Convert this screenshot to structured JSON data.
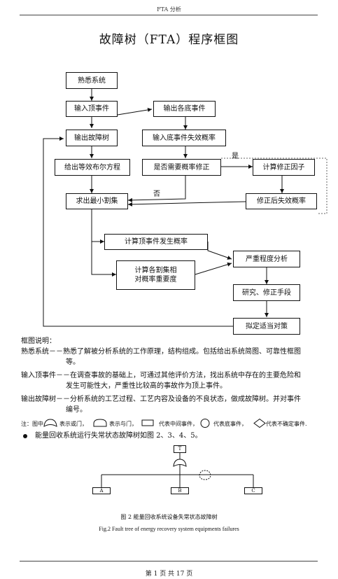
{
  "header": {
    "doc_title": "FTA 分析"
  },
  "title": "故障树（FTA）程序框图",
  "flow": {
    "familiarize": "熟悉系统",
    "input_top": "输入顶事件",
    "output_base": "输出各底事件",
    "output_tree": "输出故障树",
    "input_base_prob": "输入底事件失效概率",
    "boolean_eq": "给出等效布尔方程",
    "need_correct": "是否需要概率修正",
    "calc_factor": "计算修正因子",
    "yes": "是",
    "no": "否",
    "min_cut": "求出最小割集",
    "corrected_prob": "修正后失效概率",
    "calc_top_prob": "计算顶事件发生概率",
    "calc_cut_1": "计算各割集相",
    "calc_cut_2": "对概率重要度",
    "severity": "严重程度分析",
    "research": "研究、修正手段",
    "plan": "拟定适当对策"
  },
  "explain": {
    "heading": "框图说明：",
    "item1_a": "熟悉系统－－熟悉了解被分析系统的工作原理，结构组成。包括给出系统简图、可靠性框图",
    "item1_b": "等。",
    "item2_a": "输入顶事件－－在调查事故的基础上，可通过其他评价方法，找出系统中存在的主要危险和",
    "item2_b": "发生可能性大，严重性比较高的事故作为顶上事件。",
    "item3_a": "输出故障树－－分析系统的工艺过程、工艺内容及设备的不良状态，做成故障树。并对事件",
    "item3_b": "编号。"
  },
  "note": {
    "prefix": "注：图中",
    "or_gate": "表示或门，",
    "and_gate": "表示与门，",
    "mid_event": "代表中间事件，",
    "base_event": "代表底事件，",
    "undev_event": "代表不确定事件."
  },
  "bullet_text": "能量回收系统运行失常状态故障树如图 2、3、4、5。",
  "tree": {
    "top": "T",
    "a": "A",
    "b": "B",
    "c": "C"
  },
  "caption": {
    "cn": "图 2  能量回收系统设备失常状态故障树",
    "en": "Fig.2 Fault tree of energy recovery system equipments failures"
  },
  "footer": "第  1  页  共  17  页"
}
